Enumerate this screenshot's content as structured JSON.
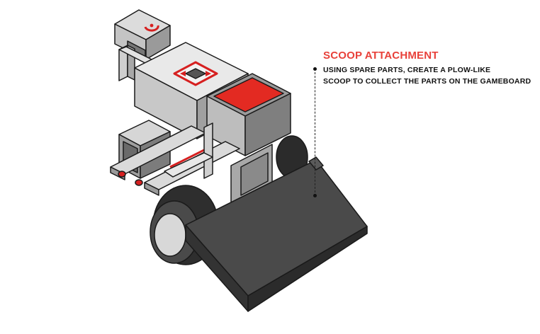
{
  "callout": {
    "title": "SCOOP ATTACHMENT",
    "lines": [
      "USING SPARE PARTS, CREATE A PLOW-LIKE",
      "SCOOP TO COLLECT THE PARTS ON THE GAMEBOARD"
    ]
  },
  "colors": {
    "accent": "#e8413a",
    "scoop": "#4a4a4a",
    "outline": "#1a1a1a",
    "body_light": "#e6e6e6",
    "body_mid": "#b8b8b8",
    "body_dark": "#8a8a8a",
    "red_part": "#d62020"
  },
  "icons": [
    "robot-illustration",
    "ev3-brick-icon"
  ]
}
